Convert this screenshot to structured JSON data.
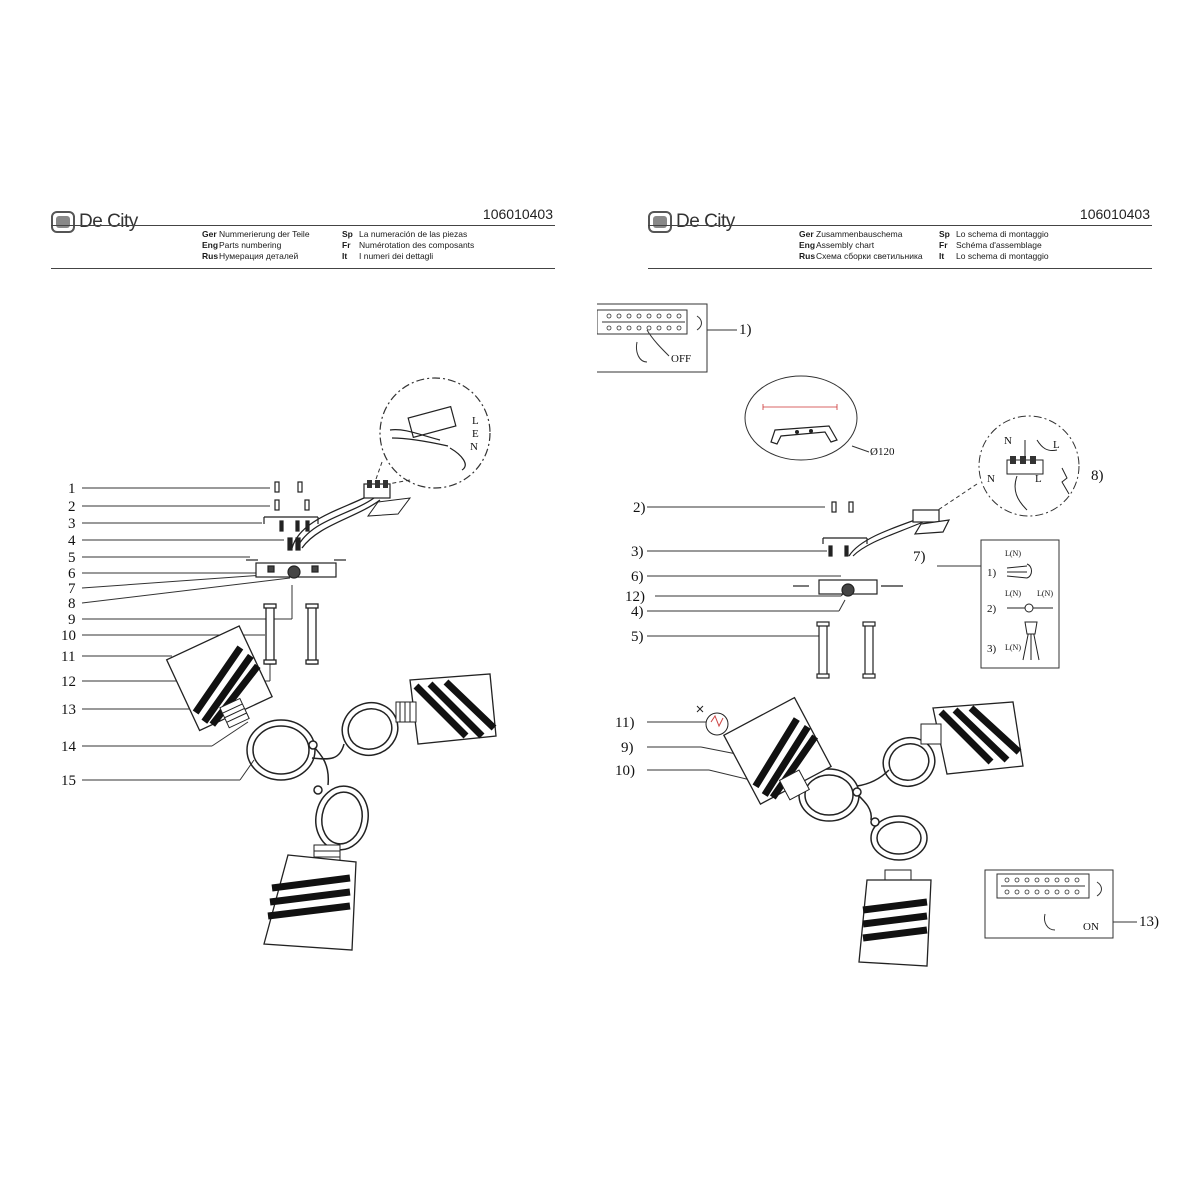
{
  "brand": {
    "name": "De City"
  },
  "pages": [
    {
      "code": "106010403",
      "languages": {
        "col1": [
          {
            "tag": "Ger",
            "text": "Nummerierung der Teile"
          },
          {
            "tag": "Eng",
            "text": "Parts numbering"
          },
          {
            "tag": "Rus",
            "text": "Нумерация деталей"
          }
        ],
        "col2": [
          {
            "tag": "Sp",
            "text": "La numeración de las piezas"
          },
          {
            "tag": "Fr",
            "text": "Numérotation des composants"
          },
          {
            "tag": "It",
            "text": "I numeri dei dettagli"
          }
        ]
      },
      "part_labels": [
        "1",
        "2",
        "3",
        "4",
        "5",
        "6",
        "7",
        "8",
        "9",
        "10",
        "11",
        "12",
        "13",
        "14",
        "15"
      ],
      "wire_letters": [
        "L",
        "E",
        "N"
      ]
    },
    {
      "code": "106010403",
      "languages": {
        "col1": [
          {
            "tag": "Ger",
            "text": "Zusammenbauschema"
          },
          {
            "tag": "Eng",
            "text": "Assembly chart"
          },
          {
            "tag": "Rus",
            "text": "Схема сборки светильника"
          }
        ],
        "col2": [
          {
            "tag": "Sp",
            "text": "Lo schema di montaggio"
          },
          {
            "tag": "Fr",
            "text": "Schéma d'assemblage"
          },
          {
            "tag": "It",
            "text": "Lo schema di montaggio"
          }
        ]
      },
      "step_labels": [
        "1)",
        "2)",
        "3)",
        "6)",
        "12)",
        "4)",
        "5)",
        "7)",
        "8)",
        "11)",
        "9)",
        "10)",
        "13)"
      ],
      "switch_off": "OFF",
      "switch_on": "ON",
      "diameter": "Ø120",
      "wiring": {
        "n_top": "N",
        "l_top": "L",
        "n_side": "N",
        "l_side": "L"
      },
      "connector_options": [
        {
          "num": "1)",
          "label": "L(N)"
        },
        {
          "num": "2)",
          "label_a": "L(N)",
          "label_b": "L(N)"
        },
        {
          "num": "3)",
          "label": "L(N)"
        }
      ]
    }
  ]
}
